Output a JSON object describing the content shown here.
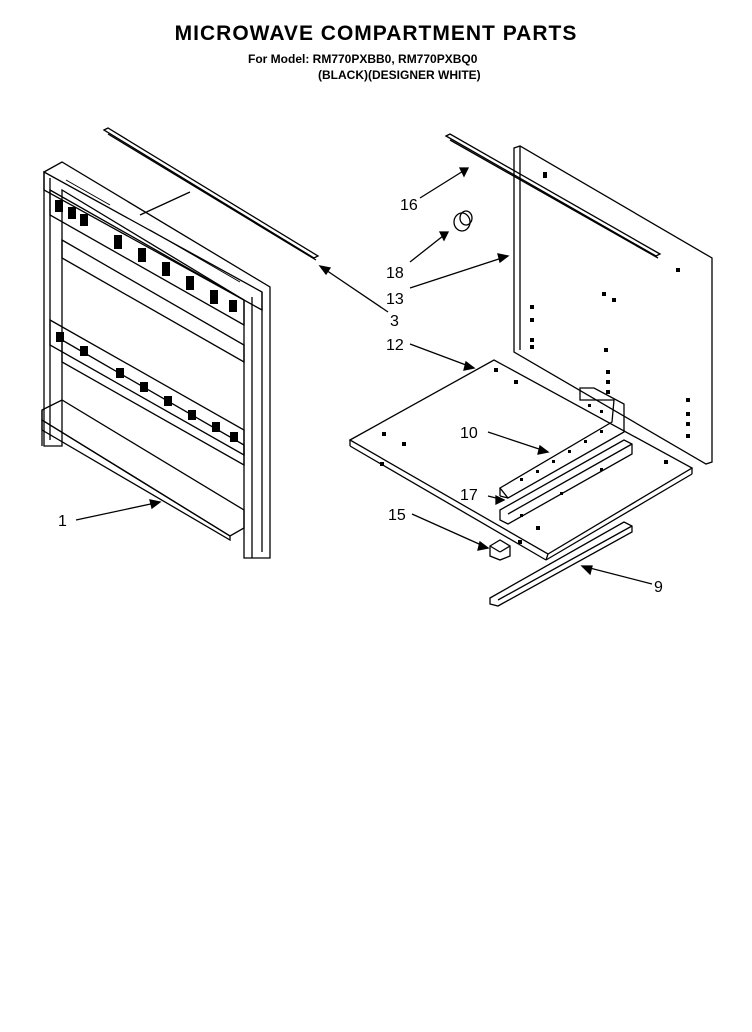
{
  "header": {
    "title": "MICROWAVE COMPARTMENT PARTS",
    "model_line": "For Model: RM770PXBB0, RM770PXBQ0",
    "color_line": "(BLACK)(DESIGNER WHITE)"
  },
  "callouts": [
    "1",
    "3",
    "9",
    "10",
    "12",
    "13",
    "15",
    "16",
    "17",
    "18"
  ]
}
